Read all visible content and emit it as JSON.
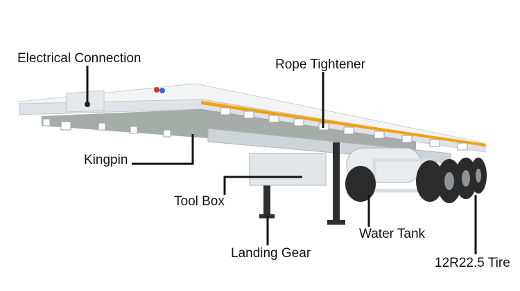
{
  "labels": {
    "electrical_connection": "Electrical Connection",
    "rope_tightener": "Rope Tightener",
    "kingpin": "Kingpin",
    "tool_box": "Tool Box",
    "landing_gear": "Landing Gear",
    "water_tank": "Water Tank",
    "tire": "12R22.5 Tire"
  },
  "colors": {
    "deck": "#e8ebee",
    "frame": "#d5d9de",
    "stripe": "#f2a20f",
    "tire": "#2b2b2b",
    "leader": "#111111",
    "connector": "#d9342b"
  }
}
